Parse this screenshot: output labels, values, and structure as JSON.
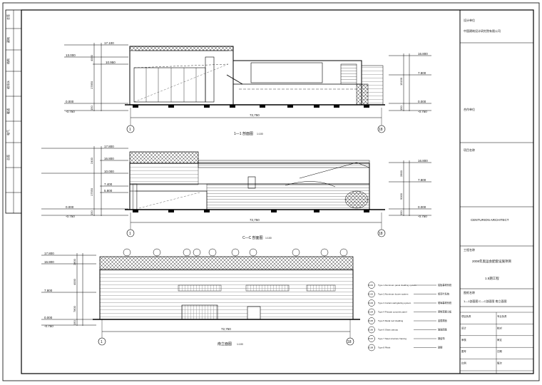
{
  "drawings": {
    "section_a": {
      "title": "1—1 剖面图",
      "scale": "1:100",
      "overall_dim": "72,750",
      "axis_start": "1",
      "axis_end": "18",
      "levels_left": [
        "17.100",
        "13.000",
        "10.950",
        "0.000",
        "-0.750"
      ],
      "levels_right": [
        "16.800",
        "7.800",
        "0.000",
        "-0.750"
      ],
      "dims_left": [
        "4000",
        "17850",
        "150"
      ],
      "dims_right": [
        "15150",
        "150"
      ]
    },
    "section_b": {
      "title": "C—C 剖面图",
      "scale": "1:100",
      "overall_dim": "72,750",
      "axis_start": "1",
      "axis_end": "18",
      "levels_left": [
        "17.800",
        "16.800",
        "10.000",
        "7.400",
        "5.800",
        "0.000",
        "-0.750"
      ],
      "levels_right": [
        "16.800",
        "7.800",
        "0.000",
        "-0.750"
      ],
      "dims_left": [
        "2400",
        "17550",
        "150"
      ],
      "dims_right": [
        "2800",
        "9000",
        "150"
      ]
    },
    "elevation": {
      "title": "南立面图",
      "scale": "1:100",
      "overall_dim": "72,750",
      "axis_start": "1",
      "axis_end": "18",
      "levels_left": [
        "17.800",
        "16.800",
        "7.800",
        "0.000",
        "-0.750"
      ],
      "dims_left": [
        "2800",
        "4000",
        "7800",
        "150"
      ]
    }
  },
  "legend": {
    "items": [
      {
        "tag": "0101",
        "text": "Type 1 Aluminum panel cladding system",
        "note": "铝板幕墙系统"
      },
      {
        "tag": "0102",
        "text": "Type 2 Aluminum louver system",
        "note": "铝百叶系统"
      },
      {
        "tag": "0103",
        "text": "Type 3 Curtain wall glazing system",
        "note": "玻璃幕墙系统"
      },
      {
        "tag": "0104",
        "text": "Type 4 Precast concrete panel",
        "note": "预制混凝土板"
      },
      {
        "tag": "0105",
        "text": "Type 5 Metal roof cladding",
        "note": "金属屋面"
      },
      {
        "tag": "0106",
        "text": "Type 6 Glass canopy",
        "note": "玻璃雨篷"
      },
      {
        "tag": "0107",
        "text": "Type 7 Steel structure framing",
        "note": "钢结构"
      },
      {
        "tag": "0108",
        "text": "Type 8 Plinth",
        "note": "勒脚"
      }
    ]
  },
  "title_block": {
    "rows": [
      "设计单位",
      "中国建筑设计研究院有限公司",
      "合作单位",
      "项目名称",
      "CENTURION ARCHITECT",
      "工程名称",
      "2008年奥运会配套设施项目",
      "1.5期工程",
      "图纸名称",
      "1—1剖面图  C—C剖面图  南立面图"
    ],
    "sign_labels": [
      "项目负责",
      "专业负责",
      "设计",
      "校对",
      "审核",
      "审定",
      "图号",
      "日期",
      "比例",
      "版次"
    ]
  },
  "left_strip": {
    "labels": [
      "会签",
      "建筑",
      "结构",
      "给排水",
      "暖通",
      "电气",
      "总图"
    ]
  }
}
